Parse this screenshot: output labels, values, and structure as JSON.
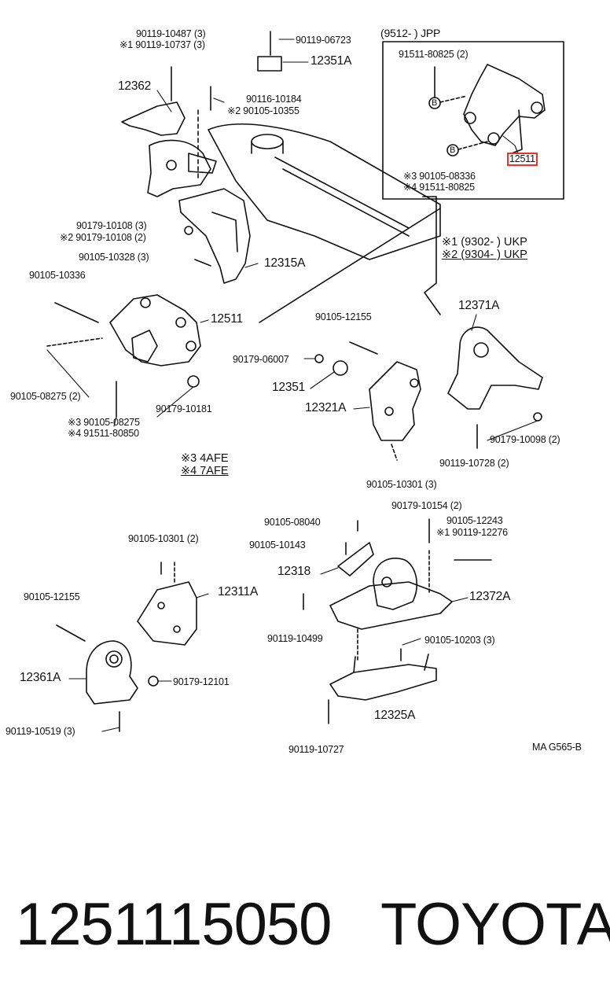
{
  "inset": {
    "header": "(9512-       ) JPP"
  },
  "legend": {
    "m1": "※1  (9302-        ) UKP",
    "m2": "※2  (9304-        ) UKP",
    "m3": "※3  4AFE",
    "m4": "※4  7AFE"
  },
  "labels": [
    {
      "id": "l01",
      "text": "90119-10487 (3)"
    },
    {
      "id": "l02",
      "text": "※1 90119-10737 (3)"
    },
    {
      "id": "l03",
      "text": "90119-06723"
    },
    {
      "id": "l04",
      "text": "12351A"
    },
    {
      "id": "l05",
      "text": "12362"
    },
    {
      "id": "l06",
      "text": "90116-10184"
    },
    {
      "id": "l07",
      "text": "※2 90105-10355"
    },
    {
      "id": "l08",
      "text": "90179-10108 (3)"
    },
    {
      "id": "l09",
      "text": "※2 90179-10108 (2)"
    },
    {
      "id": "l10",
      "text": "90105-10328 (3)"
    },
    {
      "id": "l11",
      "text": "12315A"
    },
    {
      "id": "l12",
      "text": "90105-10336"
    },
    {
      "id": "l13",
      "text": "12511"
    },
    {
      "id": "l14",
      "text": "90105-08275 (2)"
    },
    {
      "id": "l15",
      "text": "※3 90105-08275"
    },
    {
      "id": "l16",
      "text": "※4 91511-80850"
    },
    {
      "id": "l17",
      "text": "90179-10181"
    },
    {
      "id": "l18",
      "text": "91511-80825 (2)"
    },
    {
      "id": "l19",
      "text": "※3 90105-08336"
    },
    {
      "id": "l20",
      "text": "※4 91511-80825"
    },
    {
      "id": "l21",
      "text": "12511"
    },
    {
      "id": "l22",
      "text": "90105-12155"
    },
    {
      "id": "l23",
      "text": "90179-06007"
    },
    {
      "id": "l24",
      "text": "12351"
    },
    {
      "id": "l25",
      "text": "12321A"
    },
    {
      "id": "l26",
      "text": "90105-10301 (3)"
    },
    {
      "id": "l27",
      "text": "12371A"
    },
    {
      "id": "l28",
      "text": "90179-10098 (2)"
    },
    {
      "id": "l29",
      "text": "90119-10728 (2)"
    },
    {
      "id": "l30",
      "text": "90105-10301 (2)"
    },
    {
      "id": "l31",
      "text": "12311A"
    },
    {
      "id": "l32",
      "text": "90105-12155"
    },
    {
      "id": "l33",
      "text": "12361A"
    },
    {
      "id": "l34",
      "text": "90179-12101"
    },
    {
      "id": "l35",
      "text": "90119-10519 (3)"
    },
    {
      "id": "l36",
      "text": "90105-08040"
    },
    {
      "id": "l37",
      "text": "90105-10143"
    },
    {
      "id": "l38",
      "text": "12318"
    },
    {
      "id": "l39",
      "text": "90119-10499"
    },
    {
      "id": "l40",
      "text": "90179-10154 (2)"
    },
    {
      "id": "l41",
      "text": "90105-12243"
    },
    {
      "id": "l42",
      "text": "※1 90119-12276"
    },
    {
      "id": "l43",
      "text": "12372A"
    },
    {
      "id": "l44",
      "text": "90105-10203 (3)"
    },
    {
      "id": "l45",
      "text": "12325A"
    },
    {
      "id": "l46",
      "text": "90119-10727"
    },
    {
      "id": "l47",
      "text": "MA G565-B"
    }
  ],
  "markers": {
    "b": "B"
  },
  "footer": {
    "part_number": "1251115050",
    "brand": "TOYOTA"
  },
  "colors": {
    "highlight": "#e8322a",
    "ink": "#111111"
  }
}
